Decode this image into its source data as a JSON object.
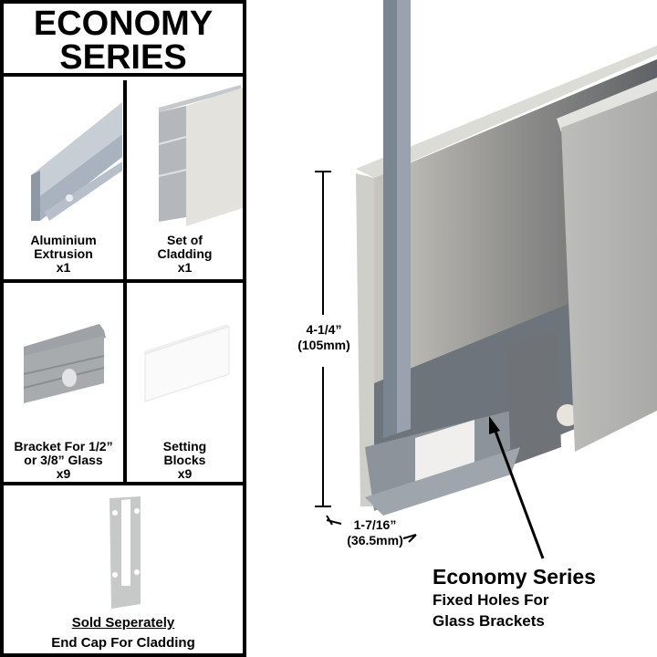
{
  "title": {
    "line1": "ECONOMY",
    "line2": "SERIES"
  },
  "components": [
    {
      "name": "Aluminium",
      "name2": "Extrusion",
      "qty": "x1"
    },
    {
      "name": "Set of",
      "name2": "Cladding",
      "qty": "x1"
    },
    {
      "name": "Bracket For 1/2”",
      "name2": "or 3/8” Glass",
      "qty": "x9"
    },
    {
      "name": "Setting",
      "name2": "Blocks",
      "qty": "x9"
    }
  ],
  "sold_separately": {
    "heading": "Sold Seperately",
    "item": "End Cap For Cladding"
  },
  "diagram": {
    "height_label": "4-1/4”",
    "height_metric": "(105mm)",
    "width_label": "1-7/16”",
    "width_metric": "(36.5mm)",
    "callout_title": "Economy Series",
    "callout_line1": "Fixed Holes For",
    "callout_line2": "Glass Brackets"
  }
}
